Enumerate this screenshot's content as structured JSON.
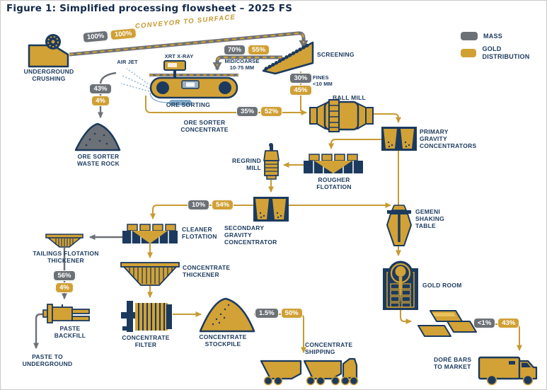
{
  "title": "Figure 1: Simplified processing flowsheet – 2025 FS",
  "legend": {
    "mass_label": "MASS",
    "gold_label": "GOLD DISTRIBUTION"
  },
  "colors": {
    "navy": "#1C3A5E",
    "gold": "#D0A035",
    "gold_line": "#C79B33",
    "gray": "#6C7177",
    "air_blue": "#7FA8C9",
    "background": "#FFFFFF"
  },
  "nodes": {
    "underground_crushing": "UNDERGROUND\nCRUSHING",
    "screening": "SCREENING",
    "xrt_xray": "XRT X-RAY",
    "air_jet": "AIR JET",
    "ore_sorting": "ORE SORTING",
    "ore_sorter_waste_rock": "ORE SORTER\nWASTE ROCK",
    "ball_mill": "BALL MILL",
    "primary_gravity": "PRIMARY\nGRAVITY\nCONCENTRATORS",
    "rougher_flotation": "ROUGHER\nFLOTATION",
    "regrind_mill": "REGRIND\nMILL",
    "secondary_gravity": "SECONDARY\nGRAVITY\nCONCENTRATOR",
    "cleaner_flotation": "CLEANER\nFLOTATION",
    "tailings_flotation_thickener": "TAILINGS FLOTATION\nTHICKENER",
    "paste_backfill": "PASTE\nBACKFILL",
    "paste_to_underground": "PASTE TO\nUNDERGROUND",
    "concentrate_thickener": "CONCENTRATE\nTHICKENER",
    "concentrate_filter": "CONCENTRATE\nFILTER",
    "concentrate_stockpile": "CONCENTRATE\nSTOCKPILE",
    "concentrate_shipping": "CONCENTRATE\nSHIPPING",
    "gemeni_shaking_table": "GEMENI\nSHAKING\nTABLE",
    "gold_room": "GOLD ROOM",
    "dore_bars_to_market": "DORÉ BARS\nTO MARKET"
  },
  "flows": {
    "conveyor_to_surface": {
      "mass": "100%",
      "gold": "100%",
      "caption": "CONVEYOR TO SURFACE"
    },
    "mid_coarse": {
      "mass": "70%",
      "gold": "55%",
      "caption": "MID/COARSE\n10-75 MM"
    },
    "fines": {
      "mass": "30%",
      "gold": "45%",
      "caption": "FINES\n<10 MM"
    },
    "ore_sorter_waste": {
      "mass": "43%",
      "gold": "4%"
    },
    "ore_sorter_concentrate": {
      "mass": "35%",
      "gold": "52%",
      "caption": "ORE SORTER\nCONCENTRATE"
    },
    "cleaner_feed": {
      "mass": "10%",
      "gold": "54%"
    },
    "flotation_tailings": {
      "mass": "56%",
      "gold": "4%"
    },
    "concentrate_to_shipping": {
      "mass": "1.5%",
      "gold": "50%"
    },
    "dore_to_market": {
      "mass": "<1%",
      "gold": "43%"
    }
  }
}
